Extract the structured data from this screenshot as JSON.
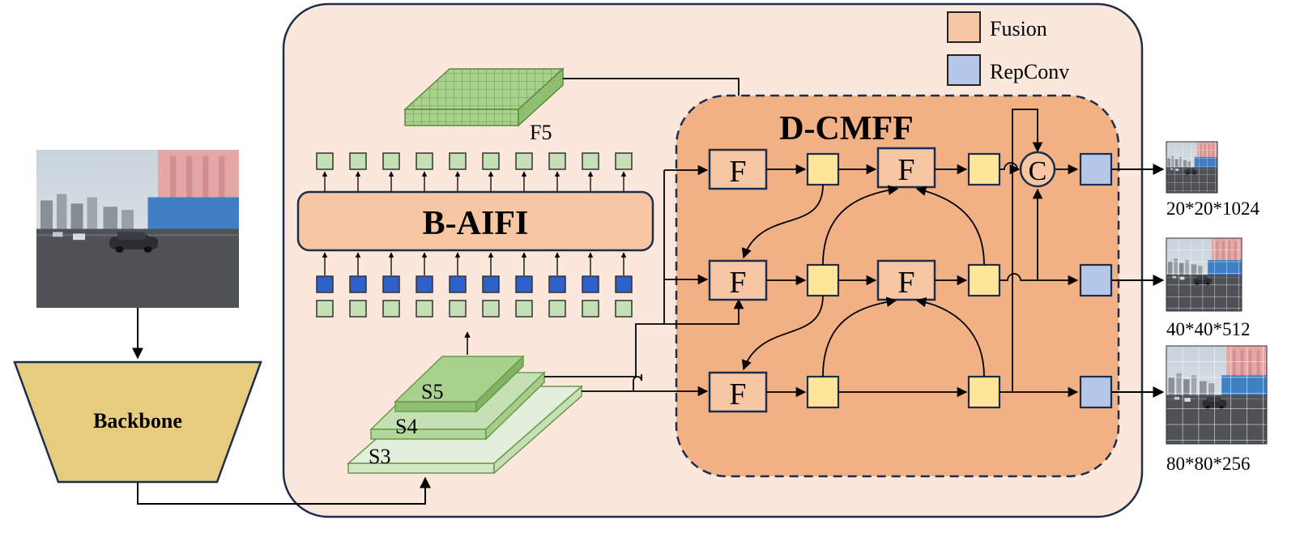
{
  "legend": {
    "items": [
      {
        "label": "Fusion",
        "color": "#f7c6a3"
      },
      {
        "label": "RepConv",
        "color": "#b4c7e7"
      }
    ]
  },
  "backbone": {
    "label": "Backbone"
  },
  "encoder": {
    "f5_label": "F5",
    "aifi_label": "B-AIFI",
    "scales": [
      "S5",
      "S4",
      "S3"
    ]
  },
  "dcmff": {
    "title": "D-CMFF",
    "fusion_label": "F",
    "concat_label": "C"
  },
  "outputs": [
    {
      "label": "20*20*1024"
    },
    {
      "label": "40*40*512"
    },
    {
      "label": "80*80*256"
    }
  ],
  "colors": {
    "panel_bg": "#fce7dc",
    "dcmff_bg": "#f2b184",
    "fusion": "#f7c6a3",
    "yellow": "#ffe699",
    "repconv": "#b4c7e7",
    "token_green": "#c5e0b4",
    "token_blue": "#2f5fc8",
    "backbone": "#e6cc7f",
    "stroke": "#1f2d4d"
  }
}
